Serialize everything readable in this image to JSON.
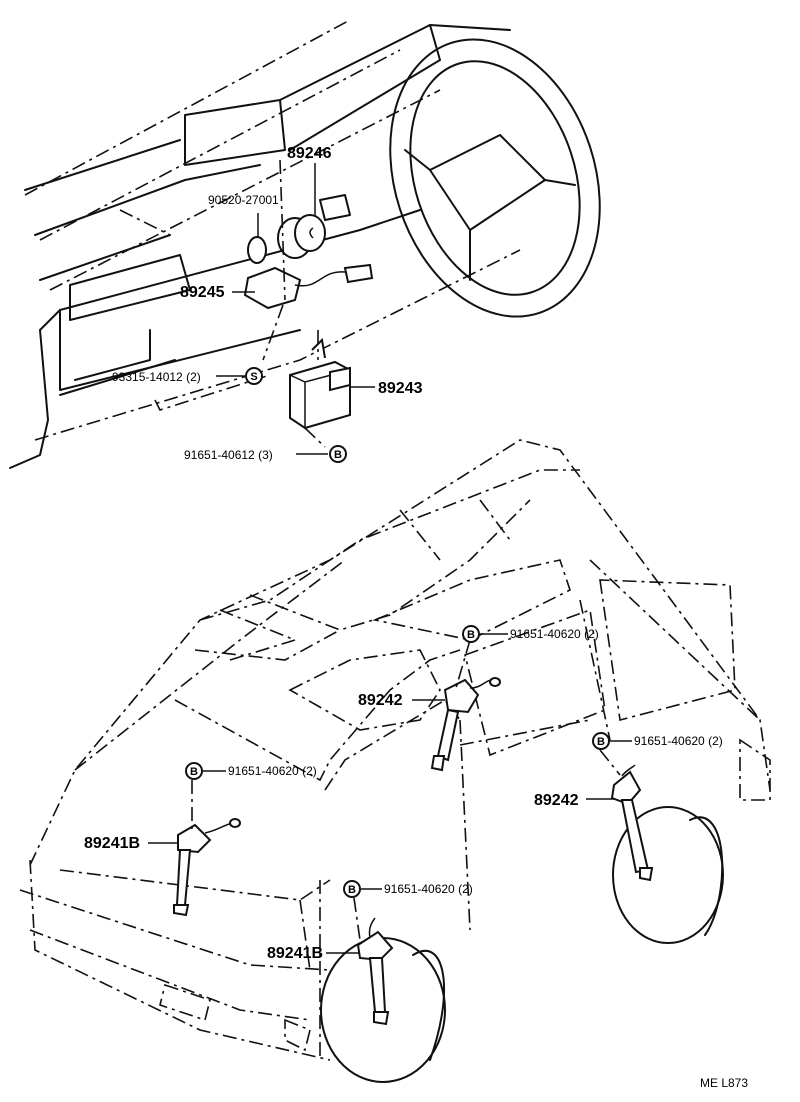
{
  "labels": {
    "p89246": "89246",
    "p90520": "90520-27001",
    "p89245": "89245",
    "p93315": "93315-14012 (2)",
    "p89243": "89243",
    "p91651_612": "91651-40612 (3)",
    "p91651_620_a": "91651-40620 (2)",
    "p89242_a": "89242",
    "p91651_620_b": "91651-40620 (2)",
    "p89242_b": "89242",
    "p91651_620_c": "91651-40620 (2)",
    "p89241B_a": "89241B",
    "p91651_620_d": "91651-40620 (2)",
    "p89241B_b": "89241B"
  },
  "symbols": {
    "s": "S",
    "b": "B"
  },
  "footer": "ME  L873"
}
